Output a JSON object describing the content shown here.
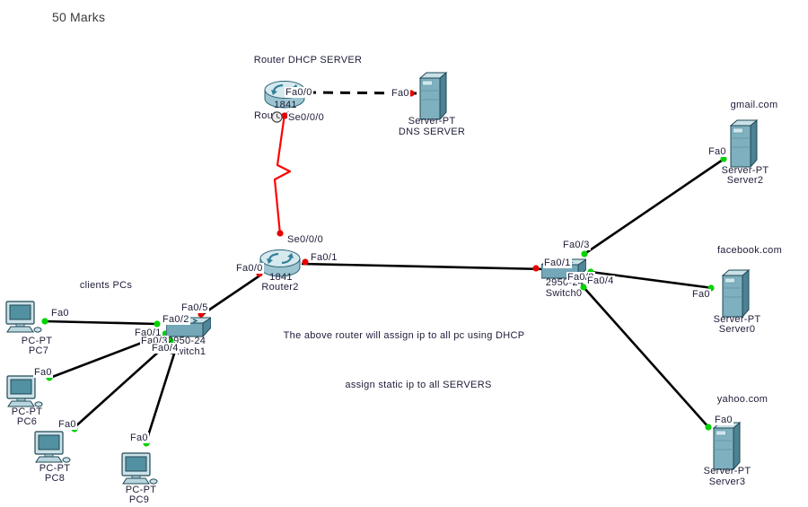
{
  "header": {
    "marks": "50 Marks"
  },
  "notes": {
    "clients": "clients PCs",
    "dhcp": "The above router will assign ip to all pc using DHCP",
    "static_ip": "assign static ip to all SERVERS"
  },
  "devices": {
    "router1": {
      "caption": "Router DHCP SERVER",
      "model": "1841",
      "name": "Router1",
      "ports": {
        "fa0_0": "Fa0/0",
        "se0_0_0": "Se0/0/0"
      }
    },
    "dns_server": {
      "type": "Server-PT",
      "name": "DNS SERVER",
      "ports": {
        "fa0": "Fa0"
      }
    },
    "router2": {
      "model": "1841",
      "name": "Router2",
      "ports": {
        "se0_0_0": "Se0/0/0",
        "fa0_0": "Fa0/0",
        "fa0_1": "Fa0/1"
      }
    },
    "switch0": {
      "model": "2950-24",
      "name": "Switch0",
      "ports": {
        "fa0_1": "Fa0/1",
        "fa0_2": "Fa0/2",
        "fa0_3": "Fa0/3",
        "fa0_4": "Fa0/4"
      }
    },
    "switch1": {
      "model": "2950-24",
      "name": "Switch1",
      "ports": {
        "fa0_1": "Fa0/1",
        "fa0_2": "Fa0/2",
        "fa0_3": "Fa0/3",
        "fa0_4": "Fa0/4",
        "fa0_5": "Fa0/5"
      }
    },
    "pc7": {
      "type": "PC-PT",
      "name": "PC7",
      "ports": {
        "fa0": "Fa0"
      }
    },
    "pc6": {
      "type": "PC-PT",
      "name": "PC6",
      "ports": {
        "fa0": "Fa0"
      }
    },
    "pc8": {
      "type": "PC-PT",
      "name": "PC8",
      "ports": {
        "fa0": "Fa0"
      }
    },
    "pc9": {
      "type": "PC-PT",
      "name": "PC9",
      "ports": {
        "fa0": "Fa0"
      }
    },
    "server2": {
      "caption": "gmail.com",
      "type": "Server-PT",
      "name": "Server2",
      "ports": {
        "fa0": "Fa0"
      }
    },
    "server0": {
      "caption": "facebook.com",
      "type": "Server-PT",
      "name": "Server0",
      "ports": {
        "fa0": "Fa0"
      }
    },
    "server3": {
      "caption": "yahoo.com",
      "type": "Server-PT",
      "name": "Server3",
      "ports": {
        "fa0": "Fa0"
      }
    }
  },
  "colors": {
    "cable_copper": "#000000",
    "cable_serial": "#ff0000",
    "status_up": "#00d300",
    "status_down": "#e80000",
    "device_teal": "#7fb0bf"
  }
}
